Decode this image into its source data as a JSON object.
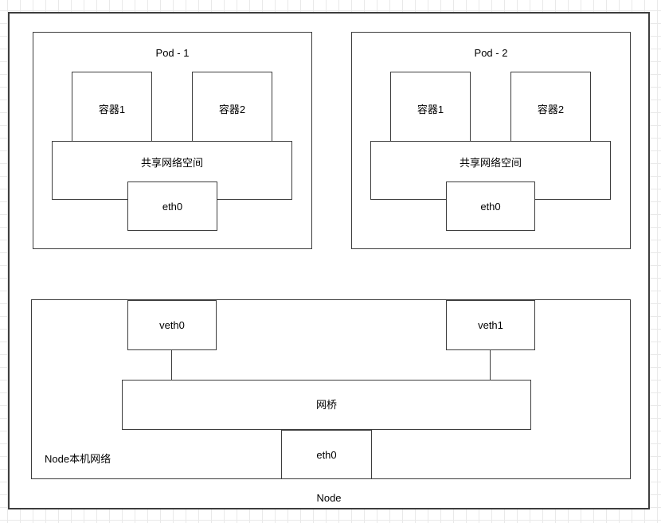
{
  "diagram": {
    "node": {
      "label": "Node",
      "pods": [
        {
          "title": "Pod - 1",
          "container1_label": "容器1",
          "container2_label": "容器2",
          "shared_network_label": "共享网络空间",
          "eth0_label": "eth0"
        },
        {
          "title": "Pod - 2",
          "container1_label": "容器1",
          "container2_label": "容器2",
          "shared_network_label": "共享网络空间",
          "eth0_label": "eth0"
        }
      ],
      "host_network": {
        "label": "Node本机网络",
        "veth0_label": "veth0",
        "veth1_label": "veth1",
        "bridge_label": "网桥",
        "eth0_label": "eth0"
      }
    }
  },
  "colors": {
    "background": "#ffffff",
    "grid_line": "#e9e9e9",
    "shape_border": "#3d3d3d",
    "shape_fill": "#ffffff",
    "text": "#000000"
  }
}
